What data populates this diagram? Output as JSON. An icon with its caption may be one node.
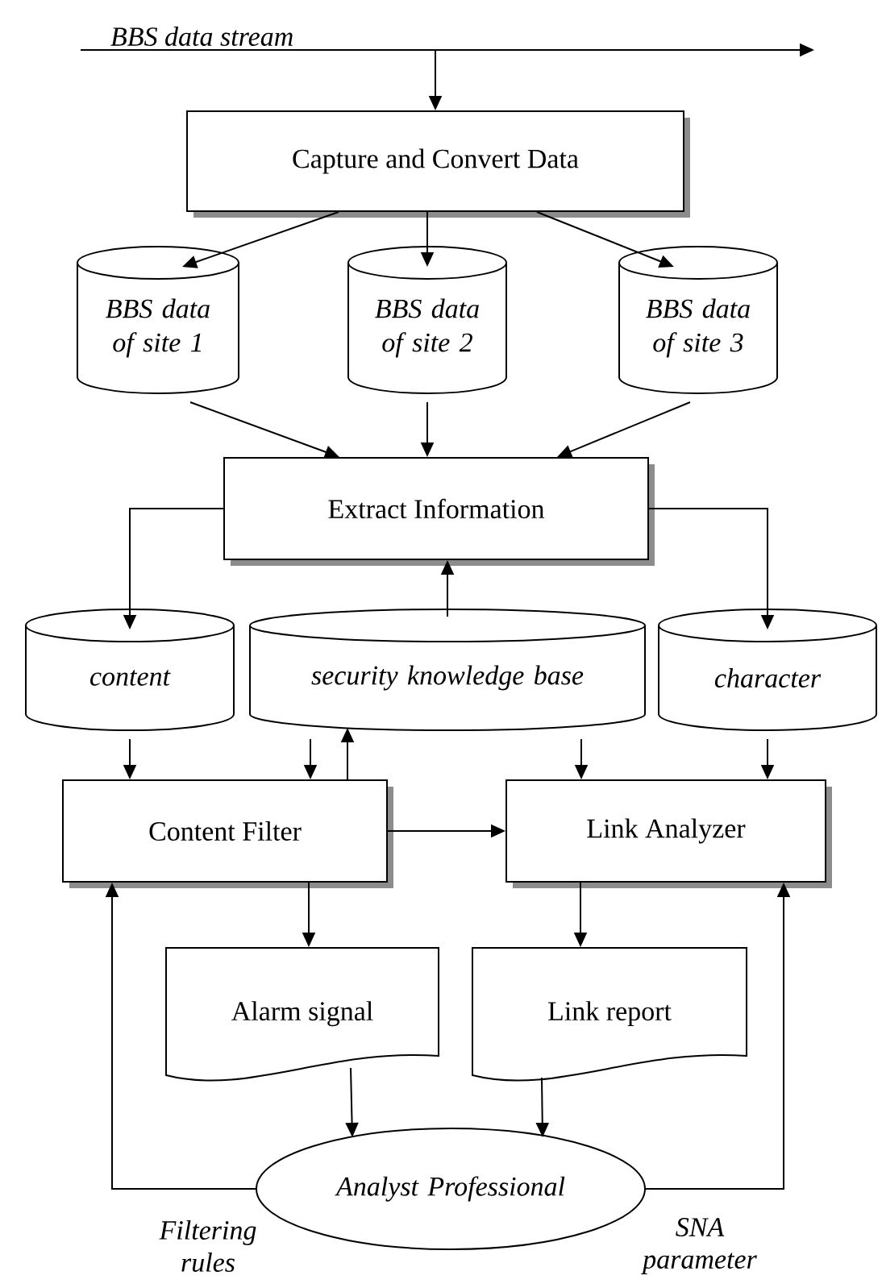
{
  "diagram": {
    "nodes": [
      {
        "text": [
          "BBS data stream"
        ]
      },
      {
        "text": [
          "Capture and Convert Data"
        ]
      },
      {
        "text": [
          "BBS data of site 1"
        ]
      },
      {
        "text": [
          "BBS data of site 2"
        ]
      },
      {
        "text": [
          "BBS data of site 3"
        ]
      },
      {
        "text": [
          "Extract Information"
        ]
      },
      {
        "text": [
          "content"
        ]
      },
      {
        "text": [
          "security knowledge base"
        ]
      },
      {
        "text": [
          "character"
        ]
      },
      {
        "text": [
          "Content Filter"
        ]
      },
      {
        "text": [
          "Link Analyzer"
        ]
      },
      {
        "text": [
          "Alarm signal"
        ]
      },
      {
        "text": [
          "Link report"
        ]
      },
      {
        "text": [
          "Analyst Professional"
        ]
      }
    ],
    "edges": [
      {
        "from": 0,
        "to": null,
        "arrow": "to"
      },
      {
        "from": 0,
        "to": 1,
        "arrow": "to"
      },
      {
        "from": 1,
        "to": 2,
        "arrow": "to"
      },
      {
        "from": 1,
        "to": 3,
        "arrow": "to"
      },
      {
        "from": 1,
        "to": 4,
        "arrow": "to"
      },
      {
        "from": 2,
        "to": 5,
        "arrow": "to"
      },
      {
        "from": 3,
        "to": 5,
        "arrow": "to"
      },
      {
        "from": 4,
        "to": 5,
        "arrow": "to"
      },
      {
        "from": 5,
        "to": 6,
        "arrow": "to"
      },
      {
        "from": 7,
        "to": 5,
        "arrow": "to"
      },
      {
        "from": 5,
        "to": 8,
        "arrow": "to"
      },
      {
        "from": 6,
        "to": 9,
        "arrow": "to"
      },
      {
        "from": 7,
        "to": 9,
        "arrow": "to"
      },
      {
        "from": 9,
        "to": 7,
        "arrow": "to"
      },
      {
        "from": 7,
        "to": 10,
        "arrow": "to"
      },
      {
        "from": 8,
        "to": 10,
        "arrow": "to"
      },
      {
        "from": 9,
        "to": 10,
        "arrow": "to"
      },
      {
        "from": 9,
        "to": 11,
        "arrow": "to"
      },
      {
        "from": 10,
        "to": 12,
        "arrow": "to"
      },
      {
        "from": 11,
        "to": 13,
        "arrow": "to"
      },
      {
        "from": 12,
        "to": 13,
        "arrow": "to"
      },
      {
        "from": 13,
        "to": 9,
        "arrow": "to",
        "label": "Filtering rules"
      },
      {
        "from": 13,
        "to": 10,
        "arrow": "to",
        "label": "SNA parameter"
      }
    ]
  }
}
